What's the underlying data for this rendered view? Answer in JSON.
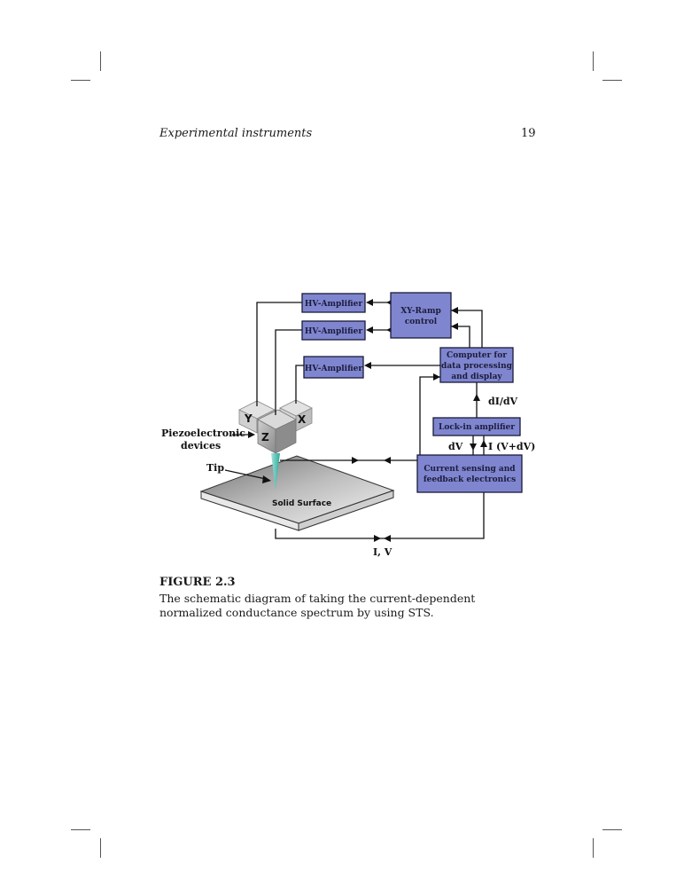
{
  "header": {
    "running_head": "Experimental instruments",
    "page_number": "19"
  },
  "figure": {
    "boxes": {
      "hv1": "HV-Amplifier",
      "hv2": "HV-Amplifier",
      "hv3": "HV-Amplifier",
      "xy_ramp": [
        "XY-Ramp",
        "control"
      ],
      "computer": [
        "Computer for",
        "data processing",
        "and display"
      ],
      "lockin": "Lock-in amplifier",
      "current": [
        "Current sensing and",
        "feedback electronics"
      ]
    },
    "labels": {
      "didv": "dI/dV",
      "dv": "dV",
      "ivdv": "I (V+dV)",
      "piezo": [
        "Piezoelectronic",
        "devices"
      ],
      "tip": "Tip",
      "surface": "Solid Surface",
      "iv": "I, V"
    },
    "axes": {
      "x": "X",
      "y": "Y",
      "z": "Z"
    },
    "colors": {
      "box_fill": "#7f86cf",
      "tip": "#4fc3b8"
    }
  },
  "caption": {
    "title": "FIGURE 2.3",
    "body": "The schematic diagram of taking the current-dependent normalized conductance spectrum by using STS."
  }
}
